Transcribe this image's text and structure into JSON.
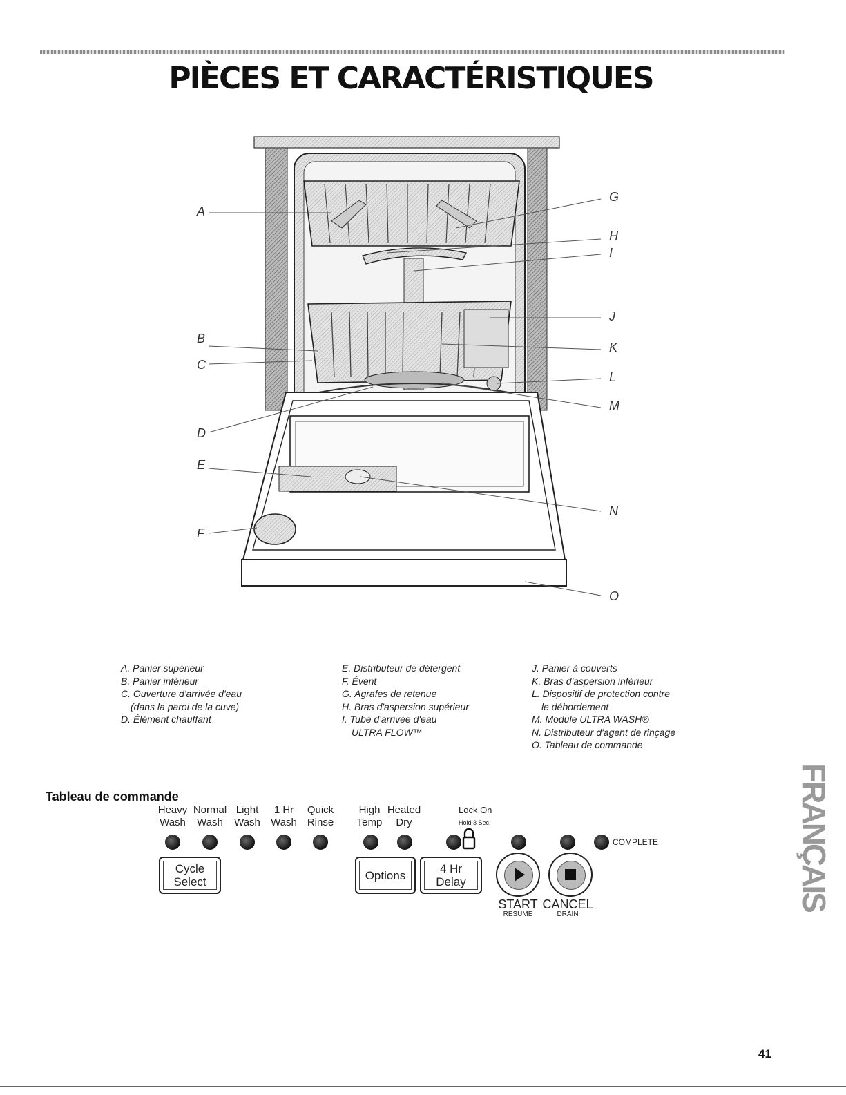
{
  "page": {
    "title": "PIÈCES ET CARACTÉRISTIQUES",
    "page_number": "41",
    "side_tab": "FRANÇAIS"
  },
  "diagram": {
    "callouts": [
      "A",
      "B",
      "C",
      "D",
      "E",
      "F",
      "G",
      "H",
      "I",
      "J",
      "K",
      "L",
      "M",
      "N",
      "O"
    ]
  },
  "legend": {
    "col1": [
      "A. Panier supérieur",
      "B. Panier inférieur",
      "C. Ouverture d'arrivée d'eau",
      "(dans la paroi de la cuve)",
      "D. Élément chauffant"
    ],
    "col2": [
      "E. Distributeur de détergent",
      "F. Évent",
      "G. Agrafes de retenue",
      "H. Bras d'aspersion supérieur",
      "I. Tube d'arrivée d'eau",
      "ULTRA FLOW™"
    ],
    "col3": [
      "J. Panier à couverts",
      "K. Bras d'aspersion inférieur",
      "L. Dispositif de protection contre",
      "le débordement",
      "M. Module ULTRA WASH®",
      "N. Distributeur d'agent de rinçage",
      "O. Tableau de commande"
    ]
  },
  "control_panel": {
    "heading": "Tableau de commande",
    "cycles": [
      {
        "line1": "Heavy",
        "line2": "Wash"
      },
      {
        "line1": "Normal",
        "line2": "Wash"
      },
      {
        "line1": "Light",
        "line2": "Wash"
      },
      {
        "line1": "1 Hr",
        "line2": "Wash"
      },
      {
        "line1": "Quick",
        "line2": "Rinse"
      }
    ],
    "options": [
      {
        "line1": "High",
        "line2": "Temp"
      },
      {
        "line1": "Heated",
        "line2": "Dry"
      }
    ],
    "lock": {
      "line1": "Lock On",
      "line2": "Hold 3 Sec."
    },
    "complete_label": "COMPLETE",
    "cycle_select": {
      "line1": "Cycle",
      "line2": "Select"
    },
    "options_button": "Options",
    "delay_button": {
      "line1": "4 Hr",
      "line2": "Delay"
    },
    "start": {
      "label": "START",
      "sub": "RESUME"
    },
    "cancel": {
      "label": "CANCEL",
      "sub": "DRAIN"
    }
  }
}
